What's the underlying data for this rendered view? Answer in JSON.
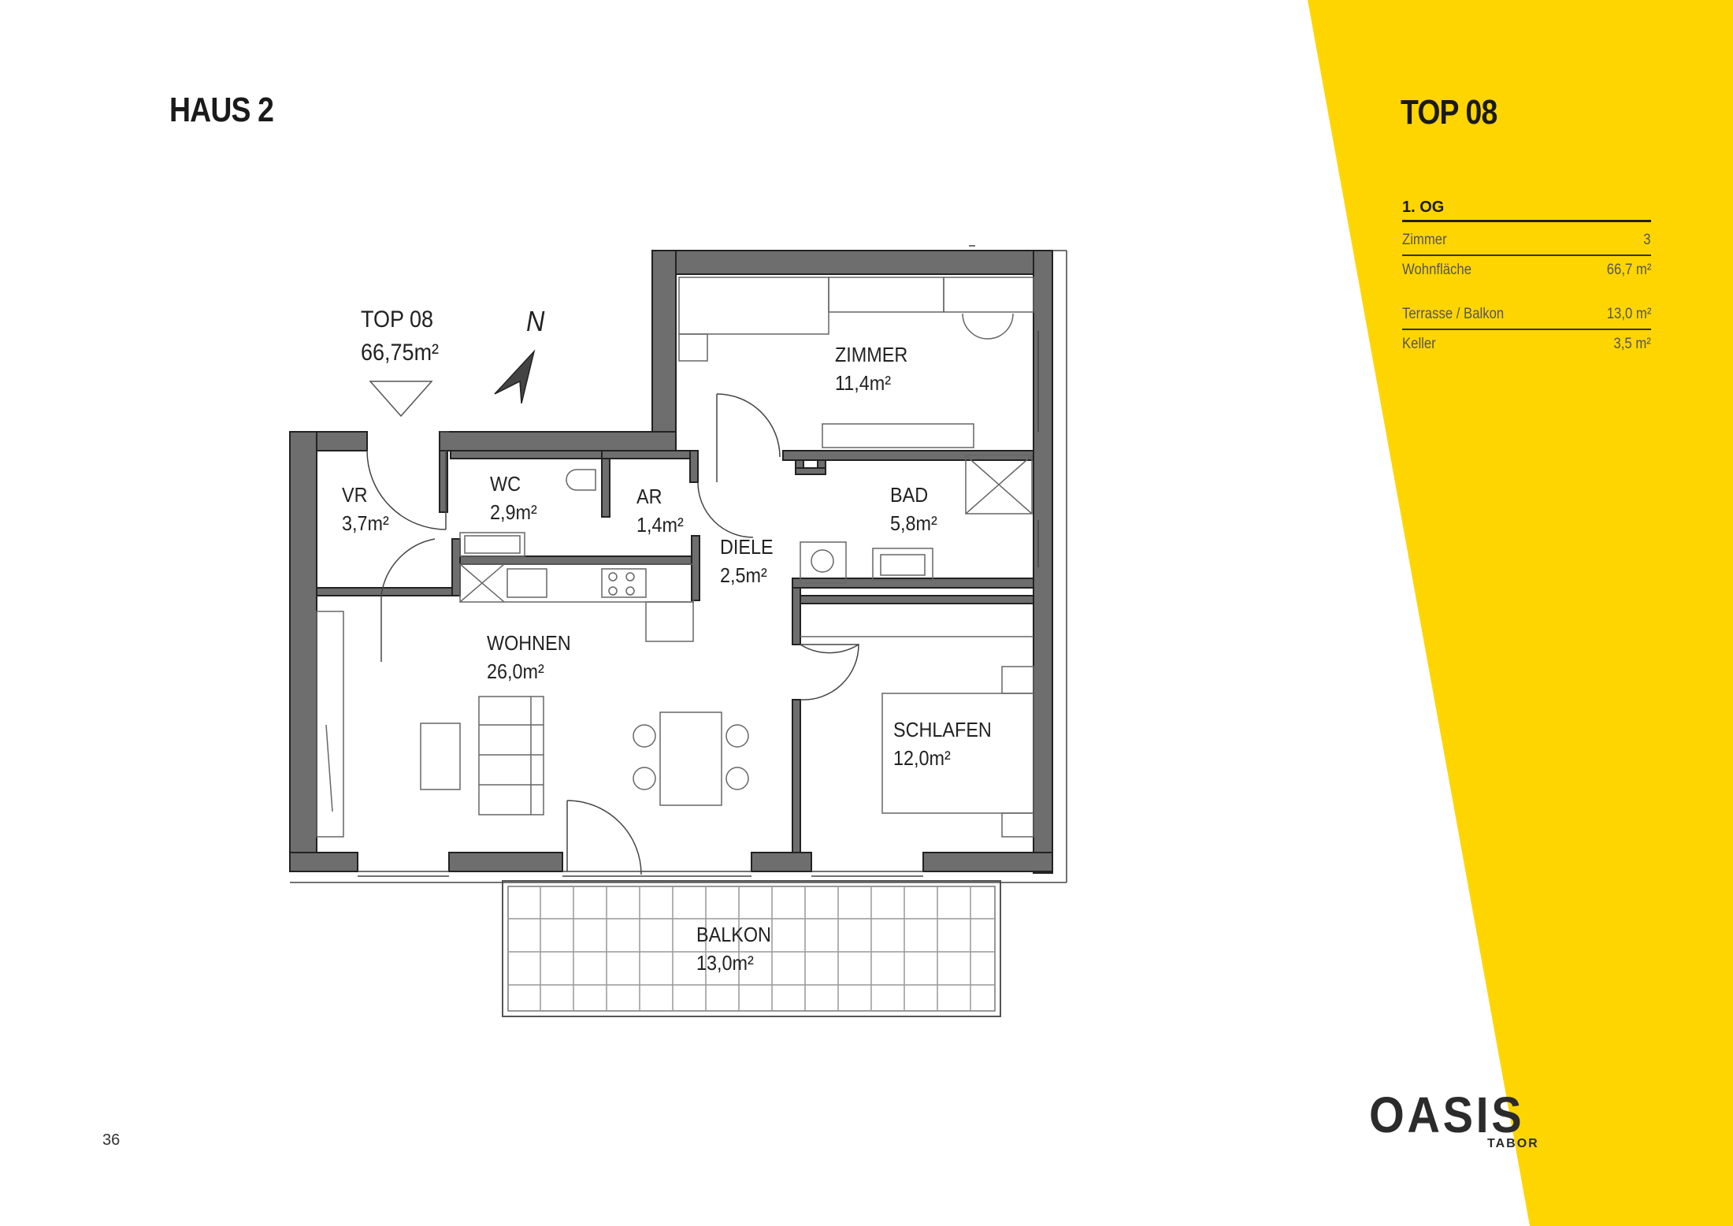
{
  "header": {
    "left_title": "HAUS 2",
    "right_title": "TOP 08"
  },
  "info": {
    "floor": "1. OG",
    "rows1": [
      {
        "label": "Zimmer",
        "value": "3"
      },
      {
        "label": "Wohnfläche",
        "value": "66,7 m²"
      }
    ],
    "rows2": [
      {
        "label": "Terrasse / Balkon",
        "value": "13,0 m²"
      },
      {
        "label": "Keller",
        "value": "3,5 m²"
      }
    ]
  },
  "plan": {
    "top_label": "TOP 08",
    "top_area": "66,75m²",
    "north": "N",
    "rooms": {
      "zimmer": {
        "name": "ZIMMER",
        "area": "11,4m²"
      },
      "vr": {
        "name": "VR",
        "area": "3,7m²"
      },
      "wc": {
        "name": "WC",
        "area": "2,9m²"
      },
      "ar": {
        "name": "AR",
        "area": "1,4m²"
      },
      "bad": {
        "name": "BAD",
        "area": "5,8m²"
      },
      "diele": {
        "name": "DIELE",
        "area": "2,5m²"
      },
      "wohnen": {
        "name": "WOHNEN",
        "area": "26,0m²"
      },
      "schlafen": {
        "name": "SCHLAFEN",
        "area": "12,0m²"
      },
      "balkon": {
        "name": "BALKON",
        "area": "13,0m²"
      }
    }
  },
  "footer": {
    "page_number": "36",
    "logo": "OASIS",
    "logo_sub": "TABOR"
  },
  "colors": {
    "accent": "#FFD500",
    "wall": "#6e6e6e",
    "text": "#1a1a1a"
  }
}
